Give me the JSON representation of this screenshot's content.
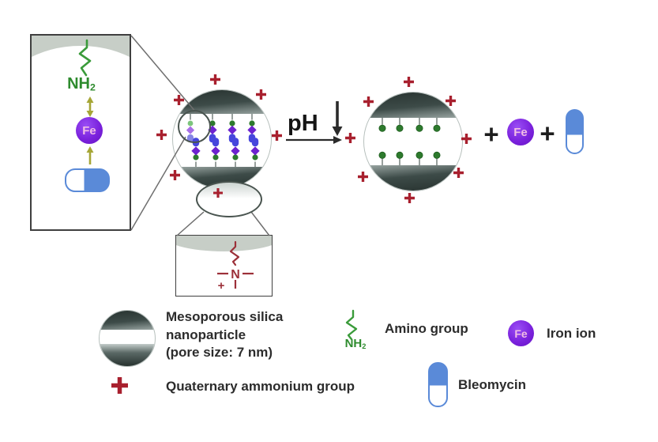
{
  "labels": {
    "ph": "pH",
    "plus_separator": "+",
    "fe": "Fe",
    "amine_prefix": "NH",
    "amine_subscript": "2",
    "nitrogen": "N",
    "charge_plus": "+"
  },
  "legend": {
    "nanoparticle_line1": "Mesoporous silica",
    "nanoparticle_line2": "nanoparticle",
    "nanoparticle_line3": "(pore size: 7 nm)",
    "quaternary_ammonium": "Quaternary ammonium group",
    "amino_group": "Amino group",
    "iron_ion": "Iron ion",
    "bleomycin": "Bleomycin"
  },
  "colors": {
    "silica_dark": "#27322f",
    "quaternary_red": "#a8202e",
    "amino_green": "#2e8b2e",
    "iron_purple": "#7b22dd",
    "bleomycin_blue": "#5a8ad8",
    "coordination_arrow_olive": "#a6a636",
    "ammonium_structure_red": "#9c3039"
  }
}
